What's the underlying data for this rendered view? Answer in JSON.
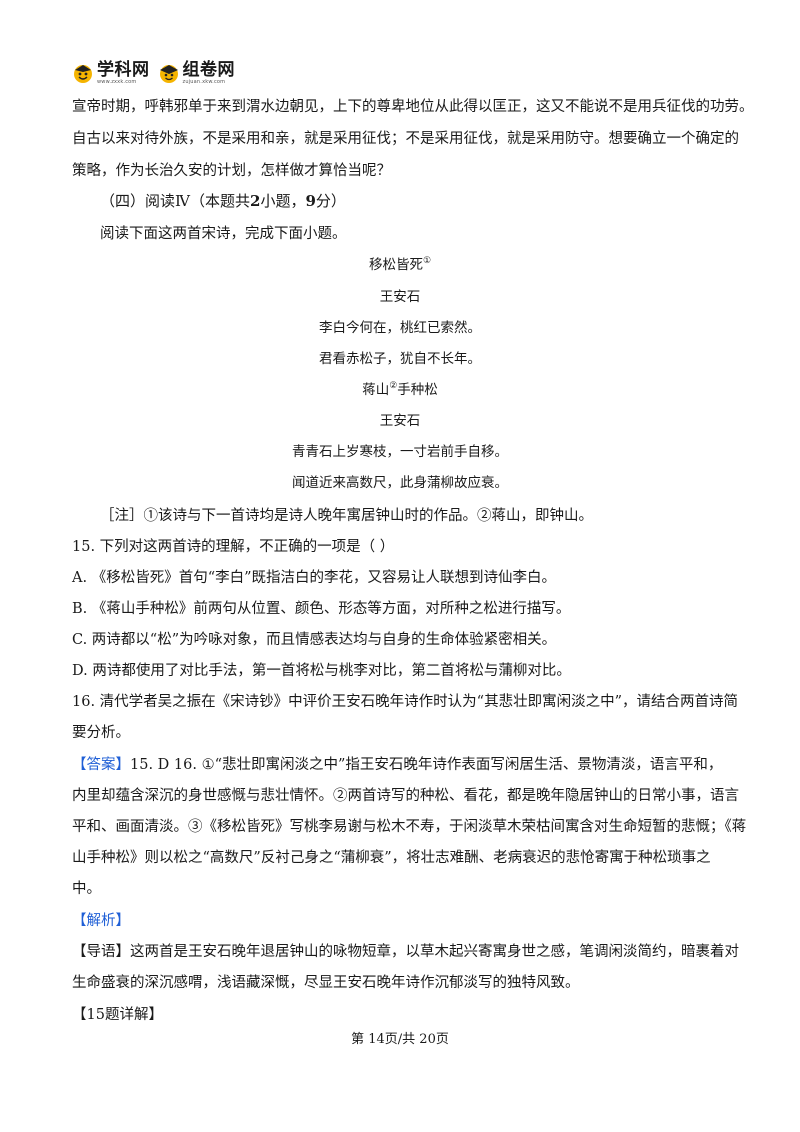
{
  "header": {
    "logo1": {
      "name": "学科网",
      "sub": "www.zxxk.com"
    },
    "logo2": {
      "name": "组卷网",
      "sub": "zujuan.xkw.com"
    }
  },
  "body": {
    "p1": [
      "宣帝时期，呼韩邪单于来到渭水边朝见，上下的尊卑地位从此得以匡正，这又不能说不是用兵征伐的功劳。",
      "自古以来对待外族，不是采用和亲，就是采用征伐；不是采用征伐，就是采用防守。想要确立一个确定的",
      "策略，作为长治久安的计划，怎样做才算恰当呢？"
    ],
    "section": {
      "prefix": "（四）阅读Ⅳ（本题共",
      "count": "2",
      "mid": "小题，",
      "score": "9",
      "suffix": "分）"
    },
    "instruction": "阅读下面这两首宋诗，完成下面小题。",
    "poem1": {
      "title": "移松皆死",
      "note": "①",
      "author": "王安石",
      "lines": [
        "李白今何在，桃红已索然。",
        "君看赤松子，犹自不长年。"
      ]
    },
    "poem2": {
      "title_a": "蒋山",
      "note": "②",
      "title_b": "手种松",
      "author": "王安石",
      "lines": [
        "青青石上岁寒枝，一寸岩前手自移。",
        "闻道近来高数尺，此身蒲柳故应衰。"
      ]
    },
    "annotation": "［注］①该诗与下一首诗均是诗人晚年寓居钟山时的作品。②蒋山，即钟山。",
    "q15": {
      "stem": "15. 下列对这两首诗的理解，不正确的一项是（    ）",
      "options": [
        "A. 《移松皆死》首句“李白”既指洁白的李花，又容易让人联想到诗仙李白。",
        "B. 《蒋山手种松》前两句从位置、颜色、形态等方面，对所种之松进行描写。",
        "C. 两诗都以“松”为吟咏对象，而且情感表达均与自身的生命体验紧密相关。",
        "D. 两诗都使用了对比手法，第一首将松与桃李对比，第二首将松与蒲柳对比。"
      ]
    },
    "q16": [
      "16. 清代学者吴之振在《宋诗钞》中评价王安石晚年诗作时认为“其悲壮即寓闲淡之中”，请结合两首诗简",
      "要分析。"
    ],
    "answer": {
      "tag": "【答案】",
      "first": "15. D      16. ①“悲壮即寓闲淡之中”指王安石晚年诗作表面写闲居生活、景物清淡，语言平和，",
      "lines": [
        "内里却蕴含深沉的身世感慨与悲壮情怀。②两首诗写的种松、看花，都是晚年隐居钟山的日常小事，语言",
        "平和、画面清淡。③《移松皆死》写桃李易谢与松木不寿，于闲淡草木荣枯间寓含对生命短暂的悲慨；《蒋",
        "山手种松》则以松之“高数尺”反衬己身之“蒲柳衰”，将壮志难酬、老病衰迟的悲怆寄寓于种松琐事之",
        "中。"
      ]
    },
    "analysis_tag": "【解析】",
    "guide": {
      "tag": "【导语】",
      "first": "这两首是王安石晚年退居钟山的咏物短章，以草木起兴寄寓身世之感，笔调闲淡简约，暗裹着对",
      "second": "生命盛衰的深沉感喟，浅语藏深慨，尽显王安石晚年诗作沉郁淡写的独特风致。"
    },
    "q15_detail": "【15题详解】"
  },
  "footer": {
    "page": "第 14页/共 20页"
  },
  "colors": {
    "accent": "#1f5fd6",
    "text": "#1a1a1a",
    "logo_yellow": "#f5b400"
  }
}
